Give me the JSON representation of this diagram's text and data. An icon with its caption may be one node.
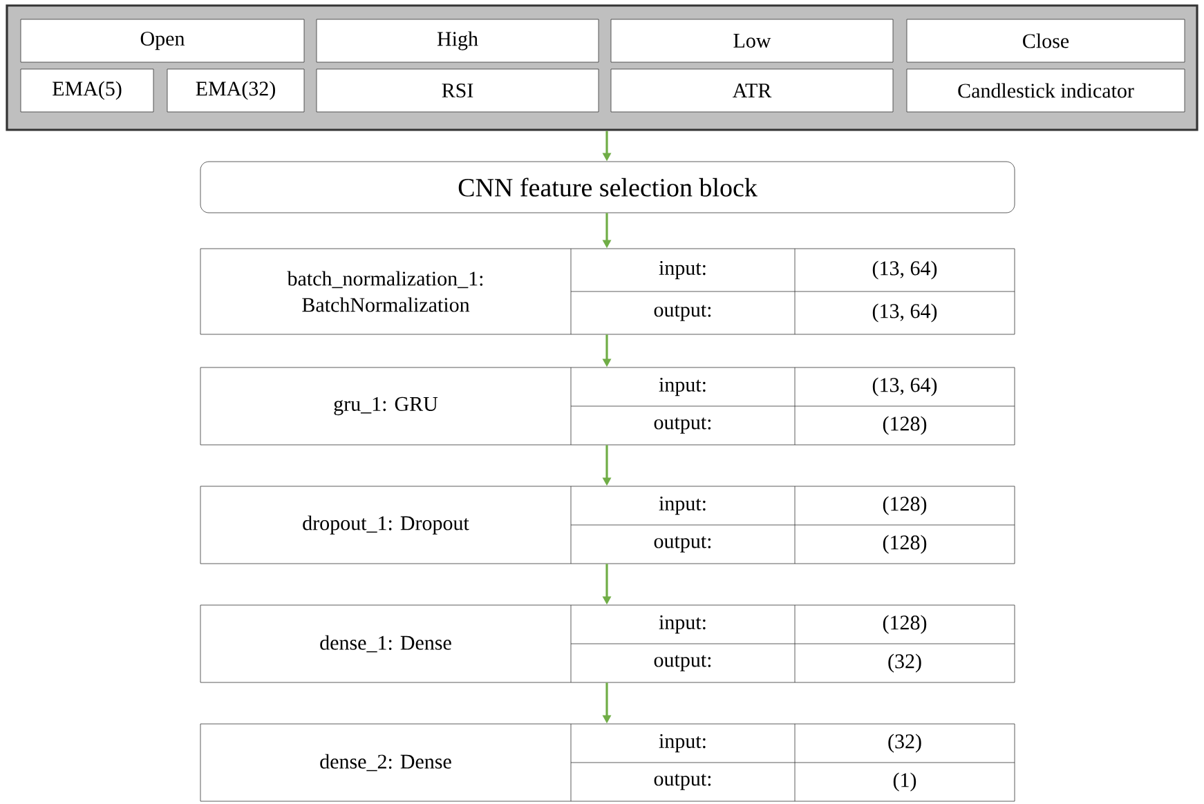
{
  "diagram": {
    "nodes": [
      {
        "text": [],
        "shape": "box"
      },
      {
        "text": [
          "Open"
        ],
        "in": 0
      },
      {
        "text": [
          "High"
        ],
        "in": 0
      },
      {
        "text": [
          "Low"
        ],
        "in": 0
      },
      {
        "text": [
          "Close"
        ],
        "in": 0
      },
      {
        "text": [
          "EMA(5)"
        ],
        "in": 0
      },
      {
        "text": [
          "EMA(32)"
        ],
        "in": 0
      },
      {
        "text": [
          "RSI"
        ],
        "in": 0
      },
      {
        "text": [
          "ATR"
        ],
        "in": 0
      },
      {
        "text": [
          "Candlestick indicator"
        ],
        "in": 0
      },
      {
        "text": [
          "CNN feature selection block"
        ]
      },
      {
        "text": [
          "batch_normalization_1: BatchNormalization",
          "input:",
          "(13, 64)",
          "output:",
          "(13, 64)"
        ]
      },
      {
        "text": [
          "gru_1: GRU",
          "input:",
          "(13, 64)",
          "output:",
          "(128)"
        ]
      },
      {
        "text": [
          "dropout_1: Dropout",
          "input:",
          "(128)",
          "output:",
          "(128)"
        ]
      },
      {
        "text": [
          "dense_1: Dense",
          "input:",
          "(128)",
          "output:",
          "(32)"
        ]
      },
      {
        "text": [
          "dense_2: Dense",
          "input:",
          "(32)",
          "output:",
          "(1)"
        ]
      }
    ],
    "edges": [
      {
        "from": 0,
        "to": 10,
        "arrow": "to"
      },
      {
        "from": 10,
        "to": 11,
        "arrow": "to"
      },
      {
        "from": 11,
        "to": 12,
        "arrow": "to"
      },
      {
        "from": 12,
        "to": 13,
        "arrow": "to"
      },
      {
        "from": 13,
        "to": 14,
        "arrow": "to"
      },
      {
        "from": 14,
        "to": 15,
        "arrow": "to"
      }
    ]
  }
}
